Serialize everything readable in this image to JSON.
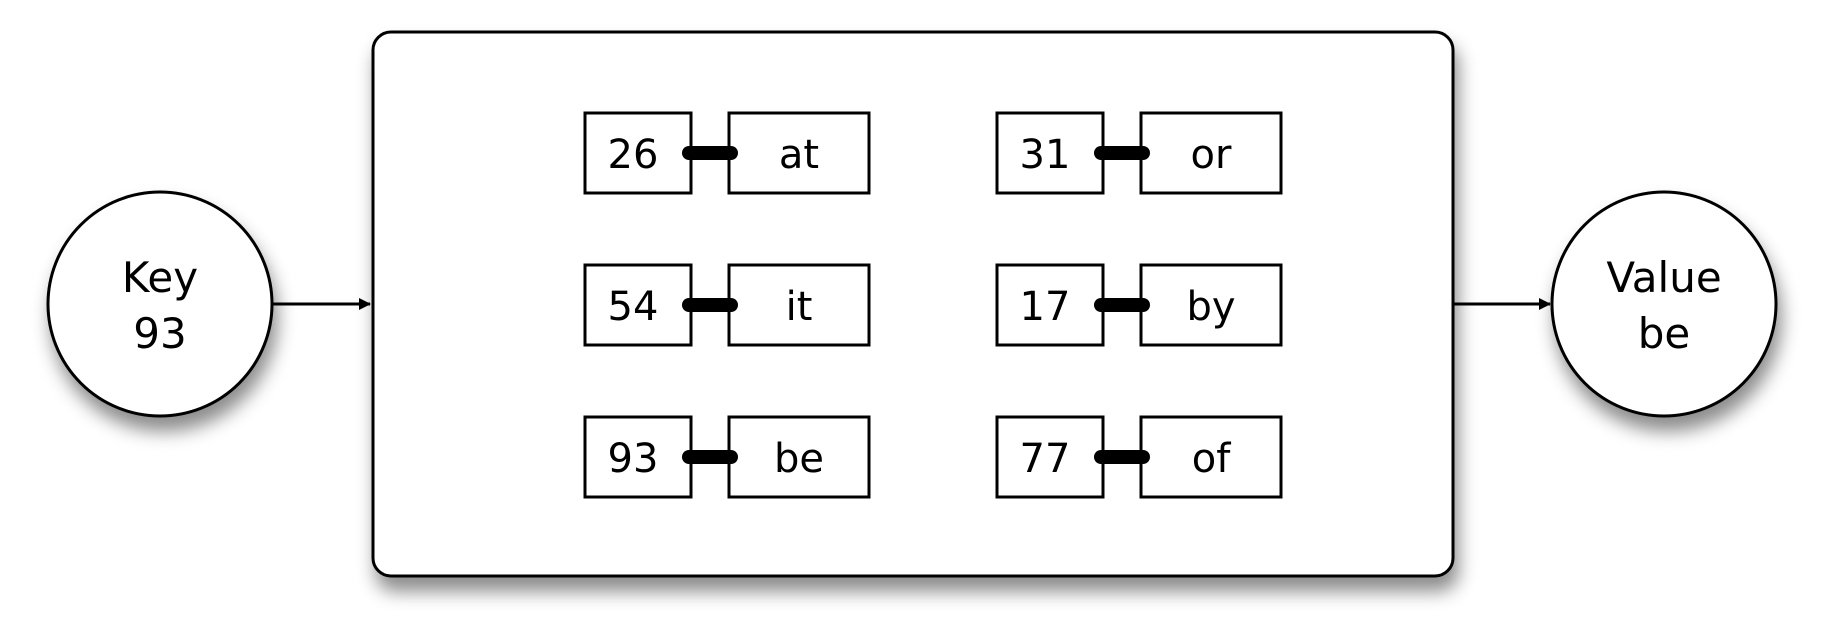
{
  "key_node": {
    "label": "Key",
    "value": "93"
  },
  "value_node": {
    "label": "Value",
    "value": "be"
  },
  "pairs": [
    {
      "key": "26",
      "value": "at"
    },
    {
      "key": "31",
      "value": "or"
    },
    {
      "key": "54",
      "value": "it"
    },
    {
      "key": "17",
      "value": "by"
    },
    {
      "key": "93",
      "value": "be"
    },
    {
      "key": "77",
      "value": "of"
    }
  ]
}
